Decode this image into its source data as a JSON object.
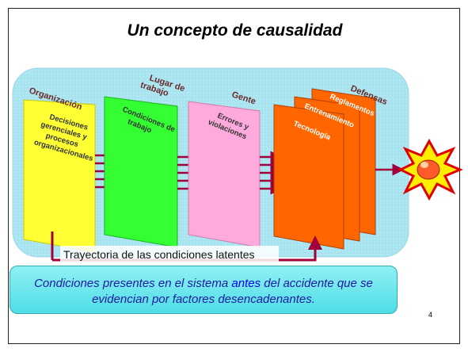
{
  "slide": {
    "title": "Un concepto de causalidad",
    "page_number": "4"
  },
  "panels": {
    "organizacion": {
      "heading": "Organización",
      "body": [
        "Decisiones",
        "gerenciales y",
        "procesos",
        "organizacionales"
      ]
    },
    "lugar": {
      "heading_lines": [
        "Lugar de",
        "trabajo"
      ],
      "body": [
        "Condiciones de",
        "trabajo"
      ]
    },
    "gente": {
      "heading": "Gente",
      "body": [
        "Errores y",
        "violaciones"
      ]
    },
    "defensas": {
      "heading": "Defensas",
      "layers": [
        "Reglamentos",
        "Entrenamiento",
        "Tecnología"
      ]
    }
  },
  "trajectory_label": "Trayectoria de las condiciones latentes",
  "note": {
    "part1": "Condiciones presentes en el sistema ",
    "emphasis": "antes",
    "part2": " del accidente que se",
    "line2": "evidencian por factores desencadenantes."
  },
  "colors": {
    "organizacion": "#ffff33",
    "lugar": "#33ff33",
    "gente": "#ffaadd",
    "defensas": "#ff6600",
    "arrows": "#a0003c",
    "background_panel": "#a8e4f0"
  }
}
